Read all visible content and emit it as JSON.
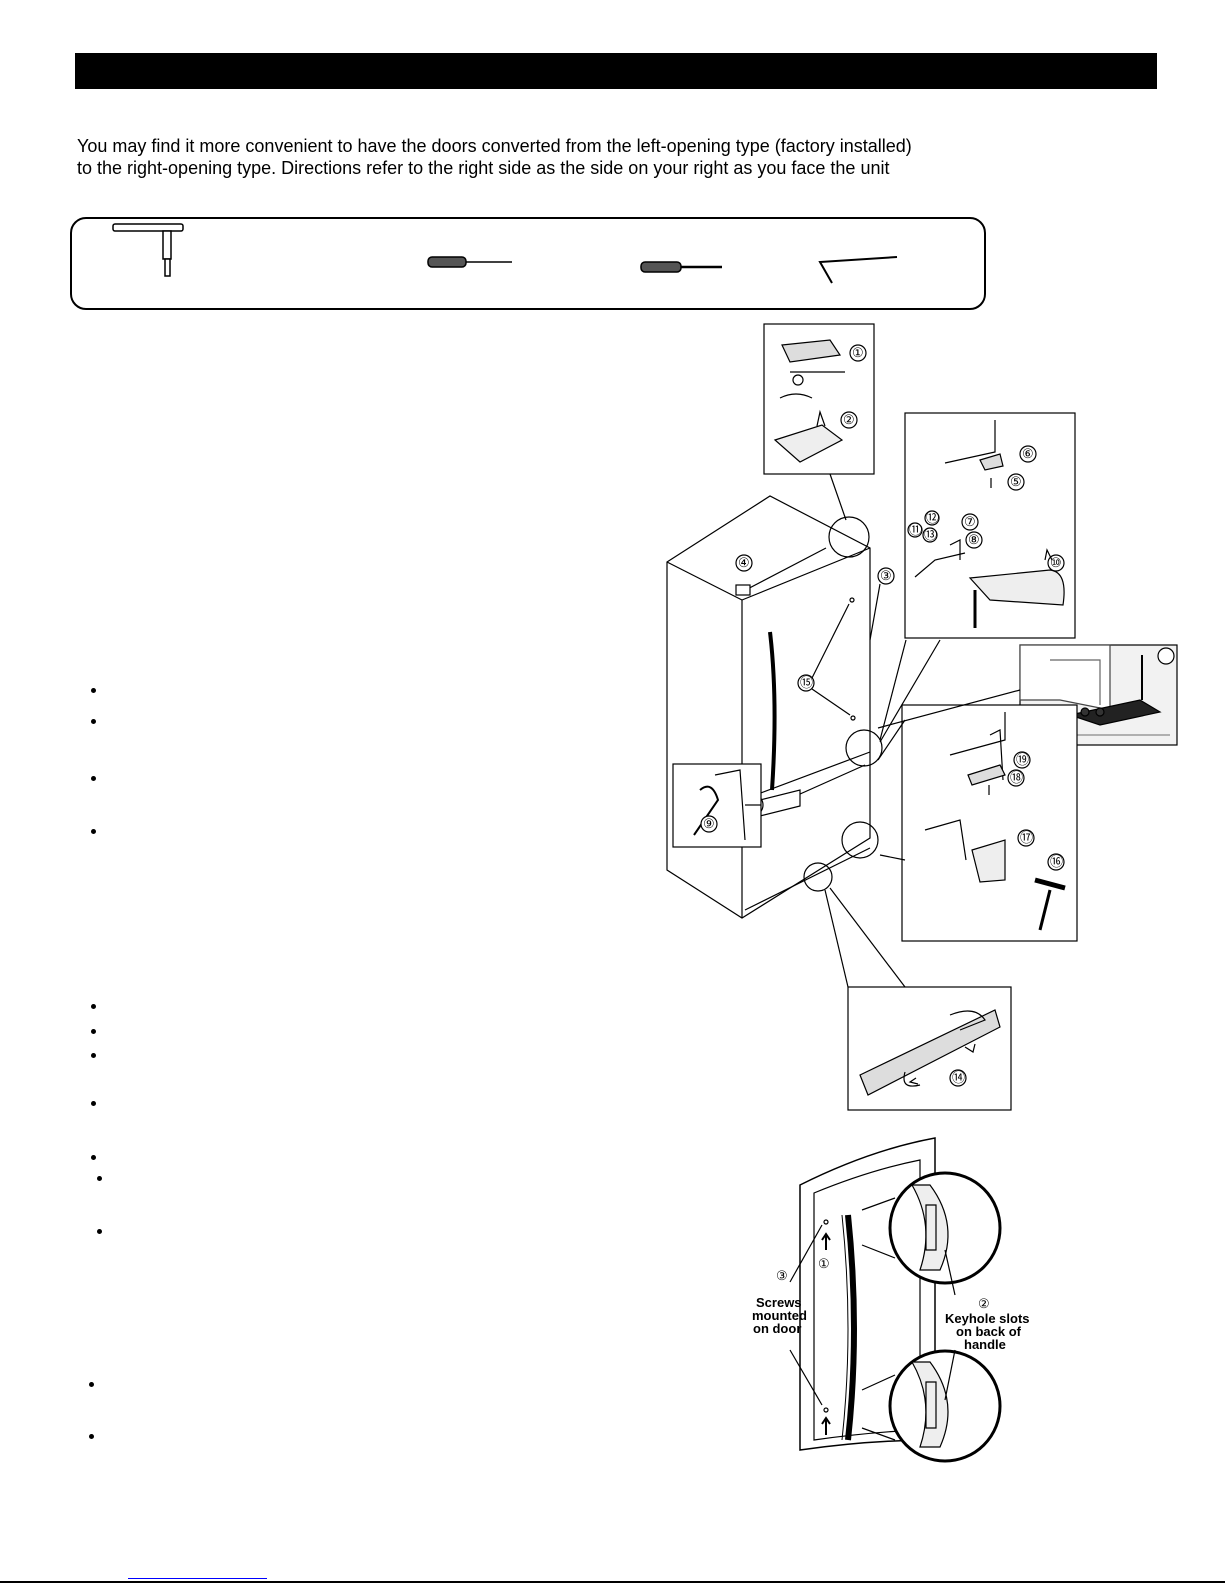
{
  "intro": {
    "line1": "You may find it more convenient to have the doors converted from the left-opening type (factory installed)",
    "line2": "to the right-opening type. Directions refer to the right  side as the side on your right as you face the unit"
  },
  "tools": [
    "socket-wrench-icon",
    "phillips-screwdriver-icon",
    "flathead-screwdriver-icon",
    "hex-key-icon"
  ],
  "callouts": {
    "n1": "①",
    "n2": "②",
    "n3": "③",
    "n4": "④",
    "n5": "⑤",
    "n6": "⑥",
    "n7": "⑦",
    "n8": "⑧",
    "n9": "⑨",
    "n10": "⑩",
    "n11": "⑪",
    "n12": "⑫",
    "n13": "⑬",
    "n14": "⑭",
    "n15": "⑮",
    "n16": "⑯",
    "n17": "⑰",
    "n18": "⑱",
    "n19": "⑲"
  },
  "handle_figure": {
    "step1": "①",
    "step2": "②",
    "step3": "③",
    "screws_line1": "Screws",
    "screws_line2": "mounted",
    "screws_line3": "on door",
    "keyhole_line1": "Keyhole slots",
    "keyhole_line2": "on back of",
    "keyhole_line3": "handle"
  },
  "colors": {
    "ink": "#000000",
    "paper": "#ffffff",
    "link_underline": "#0000ff"
  }
}
